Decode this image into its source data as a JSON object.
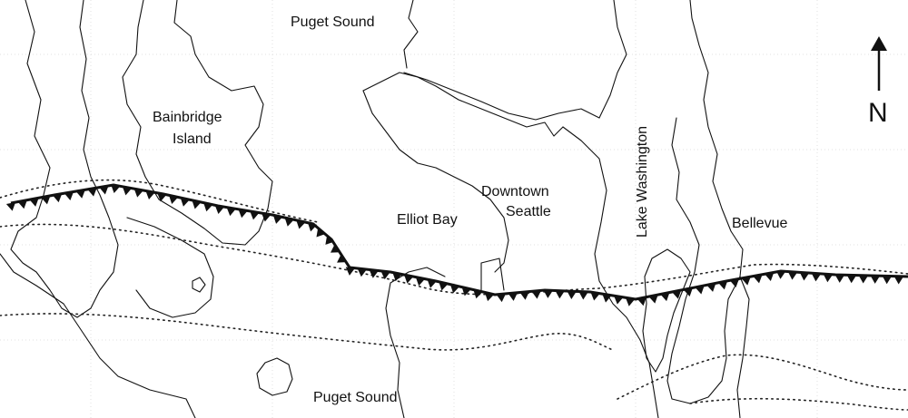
{
  "labels": {
    "puget_sound_north": "Puget Sound",
    "puget_sound_south": "Puget Sound",
    "bainbridge_line1": "Bainbridge",
    "bainbridge_line2": "Island",
    "elliot_bay": "Elliot Bay",
    "downtown_line1": "Downtown",
    "downtown_line2": "Seattle",
    "lake_washington": "Lake Washington",
    "bellevue": "Bellevue"
  },
  "north_arrow": {
    "letter": "N",
    "icon": "north-arrow-icon"
  },
  "colors": {
    "ink": "#111111",
    "grid": "#d9d9d9",
    "background": "#ffffff"
  }
}
